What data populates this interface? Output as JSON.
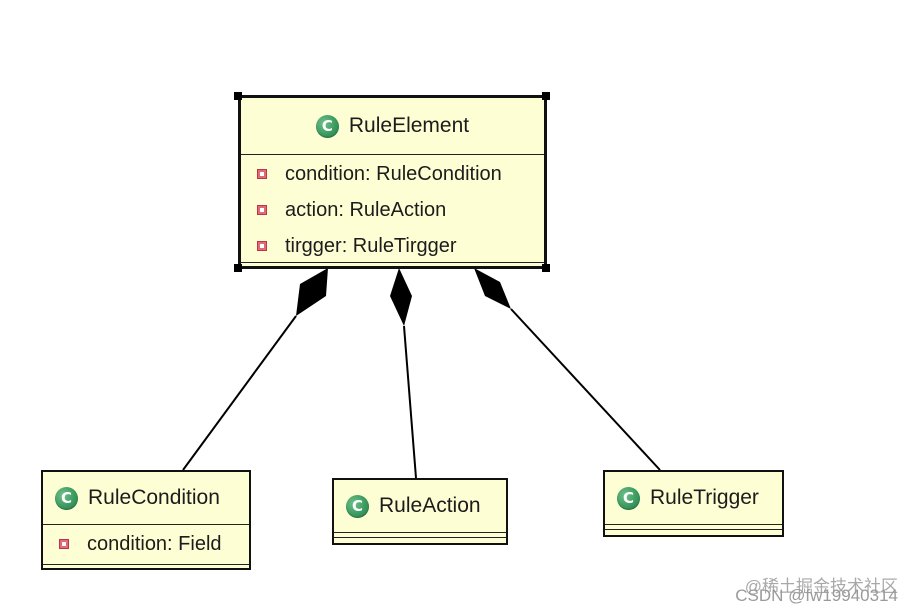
{
  "classes": {
    "rule_element": {
      "name": "RuleElement",
      "icon": "class-c-icon",
      "fields": [
        "condition: RuleCondition",
        "action: RuleAction",
        "tirgger: RuleTirgger"
      ]
    },
    "rule_condition": {
      "name": "RuleCondition",
      "icon": "class-c-icon",
      "fields": [
        "condition: Field"
      ]
    },
    "rule_action": {
      "name": "RuleAction",
      "icon": "class-c-icon",
      "fields": []
    },
    "rule_trigger": {
      "name": "RuleTrigger",
      "icon": "class-c-icon",
      "fields": []
    }
  },
  "relationships": [
    {
      "type": "composition",
      "whole": "RuleElement",
      "part": "RuleCondition"
    },
    {
      "type": "composition",
      "whole": "RuleElement",
      "part": "RuleAction"
    },
    {
      "type": "composition",
      "whole": "RuleElement",
      "part": "RuleTrigger"
    }
  ],
  "watermark": {
    "line1": "@稀土掘金技术社区",
    "line2": "CSDN @fw19940314"
  },
  "colors": {
    "class_fill": "#fefed4",
    "class_icon": "#3b9a5e",
    "private_icon": "#e26a78"
  }
}
